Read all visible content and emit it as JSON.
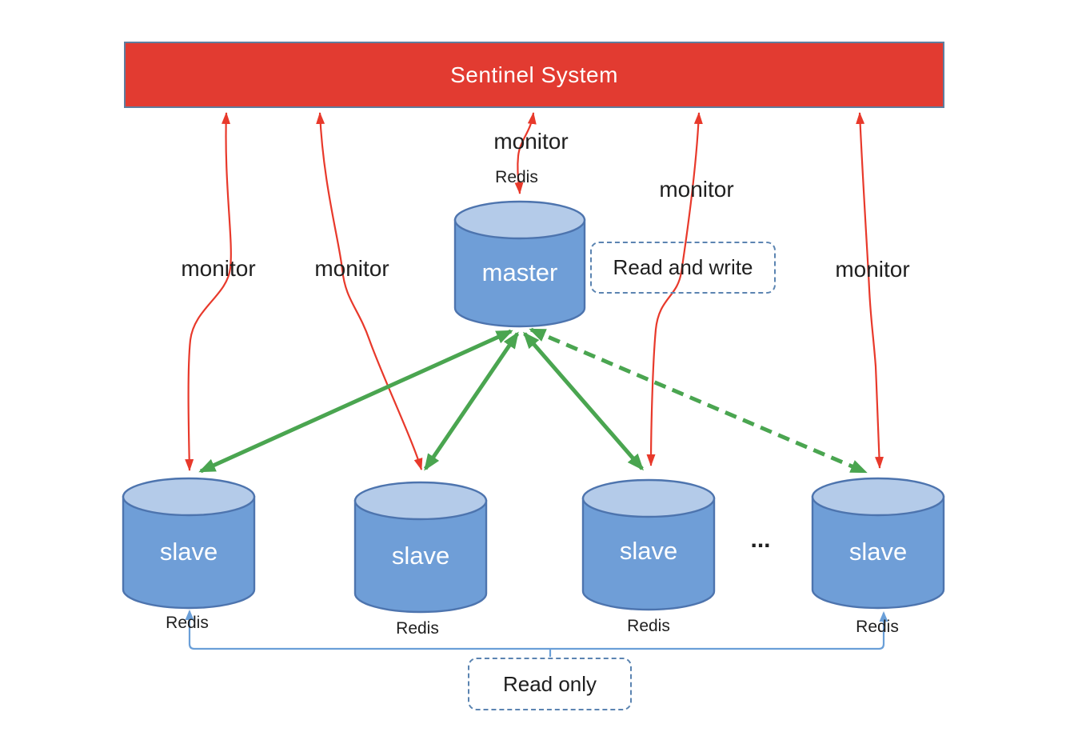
{
  "banner": {
    "title": "Sentinel System"
  },
  "master": {
    "label": "master",
    "redis_label": "Redis",
    "access_label": "Read and write"
  },
  "slaves": [
    {
      "label": "slave",
      "redis_label": "Redis"
    },
    {
      "label": "slave",
      "redis_label": "Redis"
    },
    {
      "label": "slave",
      "redis_label": "Redis"
    },
    {
      "label": "slave",
      "redis_label": "Redis"
    }
  ],
  "monitor_labels": [
    "monitor",
    "monitor",
    "monitor",
    "monitor",
    "monitor"
  ],
  "ellipsis": "...",
  "read_only": {
    "label": "Read only"
  },
  "colors": {
    "banner_fill": "#e23b31",
    "banner_border": "#5f7d9e",
    "banner_text": "#ffffff",
    "arrow_red": "#e8392b",
    "arrow_green": "#4aa550",
    "line_blue": "#6a9fd8",
    "cylinder_body": "#6f9ed7",
    "cylinder_top": "#b4cbe9",
    "cylinder_stroke": "#4d74ae",
    "dashed_box_border": "#5b84b1",
    "label_text": "#1f1f1f"
  }
}
